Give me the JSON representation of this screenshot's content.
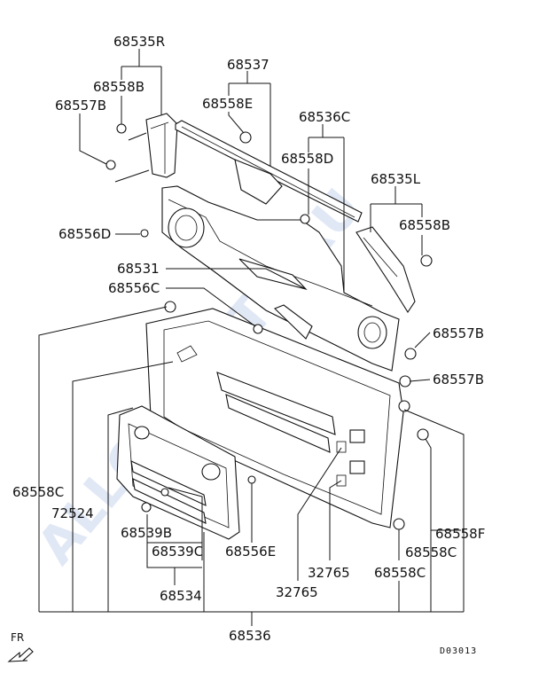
{
  "watermark": "ALLCARCATS.RU",
  "diagram_code": "D03013",
  "direction_label": "FR",
  "labels": {
    "p68535R": "68535R",
    "p68558B_top": "68558B",
    "p68557B_top": "68557B",
    "p68537": "68537",
    "p68558E": "68558E",
    "p68536C": "68536C",
    "p68558D": "68558D",
    "p68535L": "68535L",
    "p68558B_right": "68558B",
    "p68556D": "68556D",
    "p68531": "68531",
    "p68556C": "68556C",
    "p68557B_mid": "68557B",
    "p68557B_low": "68557B",
    "p68558C_left": "68558C",
    "p72524": "72524",
    "p68539B": "68539B",
    "p68539C": "68539C",
    "p68556E": "68556E",
    "p68534": "68534",
    "p32765_a": "32765",
    "p32765_b": "32765",
    "p68558C_r1": "68558C",
    "p68558C_r2": "68558C",
    "p68558F": "68558F",
    "p68536": "68536"
  }
}
